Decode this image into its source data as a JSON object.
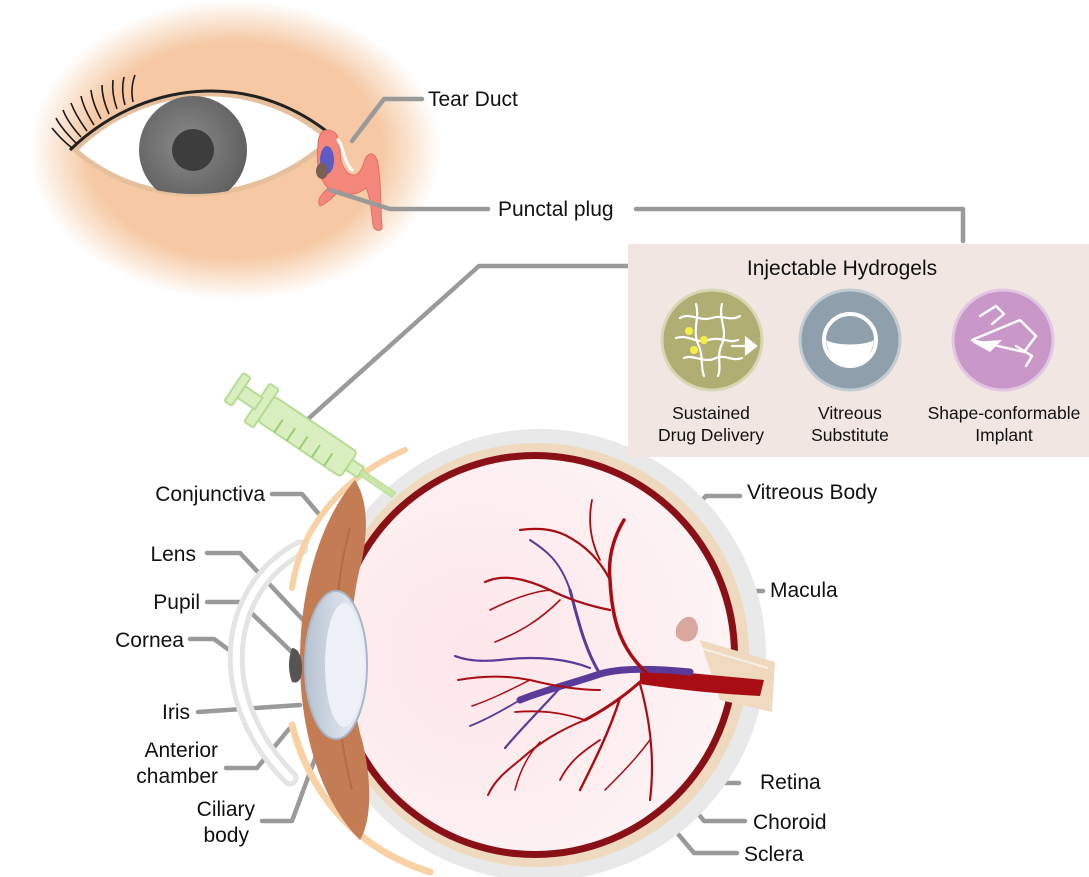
{
  "eye_labels": {
    "tear_duct": "Tear Duct",
    "punctal_plug": "Punctal plug"
  },
  "panel": {
    "title": "Injectable Hydrogels",
    "items": [
      {
        "lines": [
          "Sustained",
          "Drug Delivery"
        ]
      },
      {
        "lines": [
          "Vitreous",
          "Substitute"
        ]
      },
      {
        "lines": [
          "Shape-conformable",
          "Implant"
        ]
      }
    ]
  },
  "anatomy": {
    "conjunctiva": "Conjunctiva",
    "lens": "Lens",
    "pupil": "Pupil",
    "cornea": "Cornea",
    "iris": "Iris",
    "anterior_chamber": [
      "Anterior",
      "chamber"
    ],
    "ciliary_body": [
      "Ciliary",
      "body"
    ],
    "vitreous_body": "Vitreous Body",
    "macula": "Macula",
    "retina": "Retina",
    "choroid": "Choroid",
    "sclera": "Sclera"
  },
  "colors": {
    "skin": "#f6c9a4",
    "retina_fill": "#fde8ec",
    "artery": "#a80d14",
    "vein": "#5a3b9a",
    "panel_bg": "#f2e6e3",
    "drug_icon": "#b0ae72",
    "vitreous_icon": "#8fa0ac",
    "implant_icon": "#c998c9"
  }
}
